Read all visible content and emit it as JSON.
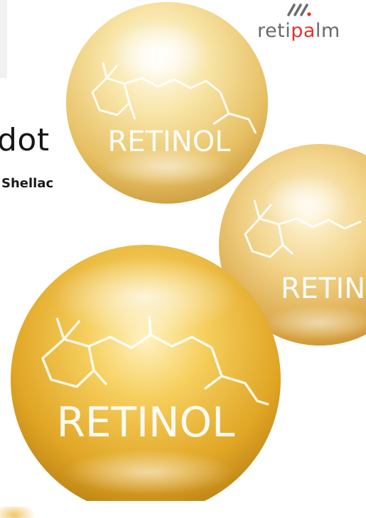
{
  "heading": "dot",
  "subheading": "Shellac",
  "logo": {
    "text_start": "reti",
    "text_accent": "pa",
    "text_end": "lm",
    "mark_icon": "slash-marks-icon"
  },
  "capsules": [
    {
      "label": "RETINOL"
    },
    {
      "label": "RETINO"
    },
    {
      "label": "RETINOL"
    }
  ],
  "colors": {
    "gold_light": "#fbe7a3",
    "gold_mid": "#e8b43a",
    "gold_dark": "#b57a12",
    "logo_accent": "#e3322b",
    "logo_grey": "#6a6a6a"
  }
}
